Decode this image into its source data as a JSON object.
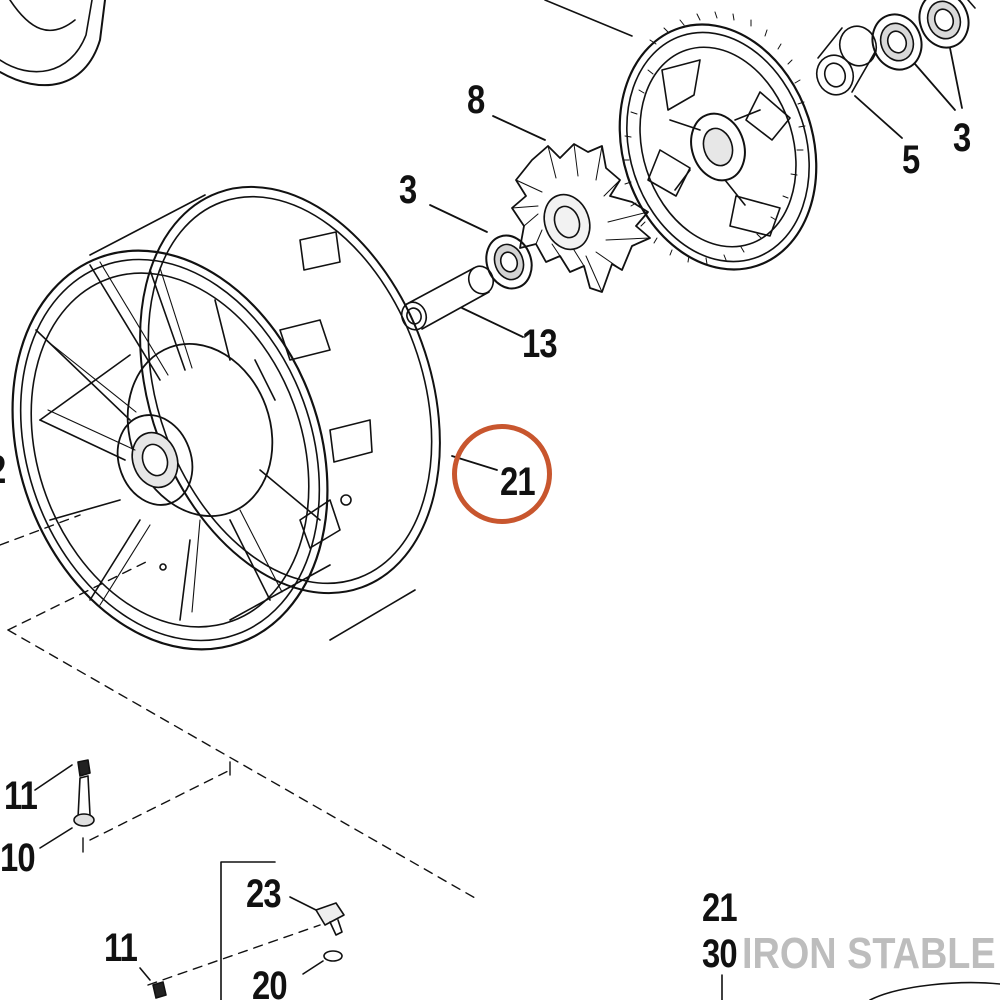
{
  "diagram": {
    "callouts": {
      "top_right_3": "3",
      "part_8": "8",
      "part_5": "5",
      "left_3": "3",
      "part_13": "13",
      "part_21_highlighted": "21",
      "cut_left": "2",
      "part_11_upper": "11",
      "part_10": "10",
      "part_23": "23",
      "part_11_lower": "11",
      "part_20": "20",
      "part_21_lower": "21",
      "part_30": "30"
    },
    "highlight_color": "#c8562e",
    "line_color": "#111111",
    "watermark_text": "IRON STABLE",
    "watermark_color": "#bdbdbd"
  }
}
